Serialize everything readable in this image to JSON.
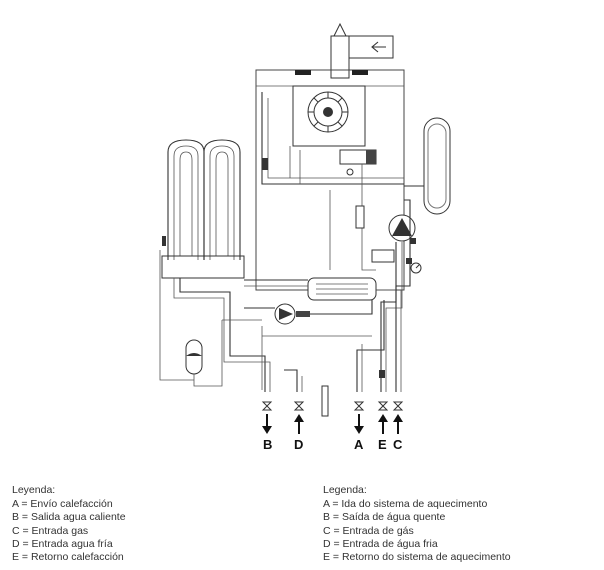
{
  "diagram": {
    "ports": [
      {
        "id": "B",
        "label": "B",
        "direction": "out"
      },
      {
        "id": "D",
        "label": "D",
        "direction": "in"
      },
      {
        "id": "A",
        "label": "A",
        "direction": "out"
      },
      {
        "id": "E",
        "label": "E",
        "direction": "in"
      },
      {
        "id": "C",
        "label": "C",
        "direction": "in"
      }
    ]
  },
  "legend_es": {
    "title": "Leyenda:",
    "items": [
      "A = Envío calefacción",
      "B = Salida agua caliente",
      "C = Entrada gas",
      "D = Entrada agua fría",
      "E = Retorno calefacción"
    ]
  },
  "legend_pt": {
    "title": "Legenda:",
    "items": [
      "A = Ida do sistema de aquecimento",
      "B = Saída de água quente",
      "C = Entrada de gás",
      "D = Entrada de água fria",
      "E = Retorno do sistema de aquecimento"
    ]
  }
}
